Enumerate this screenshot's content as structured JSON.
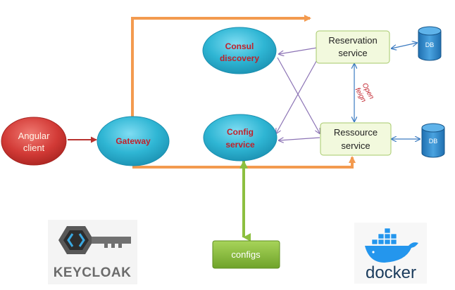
{
  "nodes": {
    "angular_client": {
      "line1": "Angular",
      "line2": "client"
    },
    "gateway": {
      "label": "Gateway"
    },
    "consul_discovery": {
      "line1": "Consul",
      "line2": "discovery"
    },
    "config_service": {
      "line1": "Config",
      "line2": "service"
    },
    "reservation_service": {
      "line1": "Reservation",
      "line2": "service"
    },
    "ressource_service": {
      "line1": "Ressource",
      "line2": "service"
    },
    "db_reservation": {
      "label": "DB"
    },
    "db_ressource": {
      "label": "DB"
    },
    "configs": {
      "label": "configs"
    }
  },
  "edges": {
    "open_feign_label": {
      "line1": "Open",
      "line2": "feign"
    }
  },
  "logos": {
    "keycloak": {
      "text": "KEYCLOAK"
    },
    "docker": {
      "text": "docker"
    }
  },
  "colors": {
    "angular_fill": "#d23a36",
    "blue_ellipse_fill": "#2fb6d4",
    "green_box_fill": "#f2f9dd",
    "green_box_stroke": "#a6c96a",
    "configs_fill": "#8cbf3f",
    "orange_arrow": "#f39a4f",
    "purple_arrow": "#8c73b5",
    "blue_arrow": "#3a7ac0",
    "green_arrow": "#8cbf3f",
    "open_feign_text": "#c0202a"
  }
}
